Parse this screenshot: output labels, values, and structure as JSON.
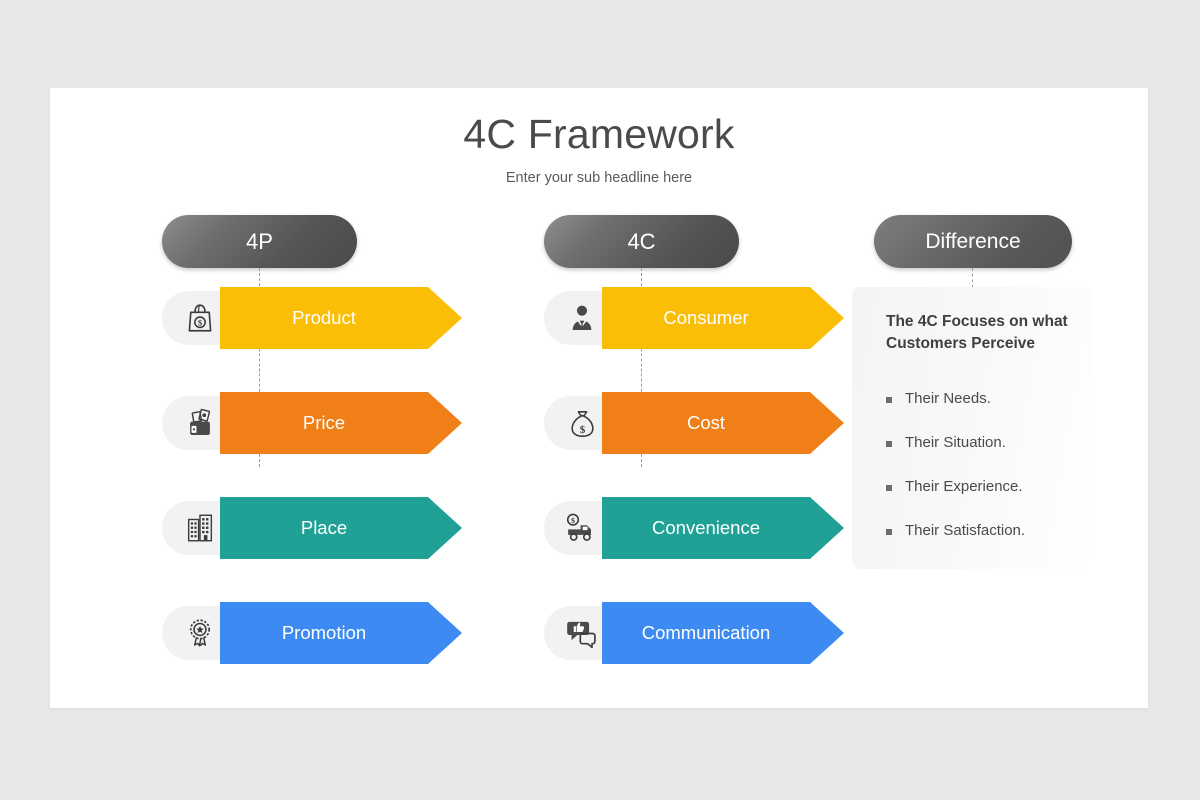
{
  "slide": {
    "title": "4C Framework",
    "subtitle": "Enter your sub headline here"
  },
  "colors": {
    "background": "#e9e8e8",
    "slide": "#ffffff",
    "amber": "#FBBE07",
    "orange": "#F07F18",
    "teal": "#1FA195",
    "blue": "#3D8BF2",
    "pill_dark": "#555555",
    "icon_pill": "#f2f2f2",
    "title_text": "#4a4a4a"
  },
  "columns": {
    "p4p": {
      "header": "4P",
      "rows": [
        {
          "label": "Product",
          "color": "#FBBE07",
          "icon": "shopping-bag-dollar-icon"
        },
        {
          "label": "Price",
          "color": "#F07F18",
          "icon": "wallet-cash-icon"
        },
        {
          "label": "Place",
          "color": "#1FA195",
          "icon": "office-buildings-icon"
        },
        {
          "label": "Promotion",
          "color": "#3D8BF2",
          "icon": "award-ribbon-icon"
        }
      ]
    },
    "p4c": {
      "header": "4C",
      "rows": [
        {
          "label": "Consumer",
          "color": "#FBBE07",
          "icon": "businessman-icon"
        },
        {
          "label": "Cost",
          "color": "#F07F18",
          "icon": "money-bag-icon"
        },
        {
          "label": "Convenience",
          "color": "#1FA195",
          "icon": "delivery-truck-dollar-icon"
        },
        {
          "label": "Communication",
          "color": "#3D8BF2",
          "icon": "speech-bubbles-icon"
        }
      ]
    },
    "difference": {
      "header": "Difference",
      "panel_heading": "The 4C Focuses on what Customers Perceive",
      "bullets": [
        "Their Needs.",
        "Their Situation.",
        "Their Experience.",
        "Their Satisfaction."
      ]
    }
  }
}
